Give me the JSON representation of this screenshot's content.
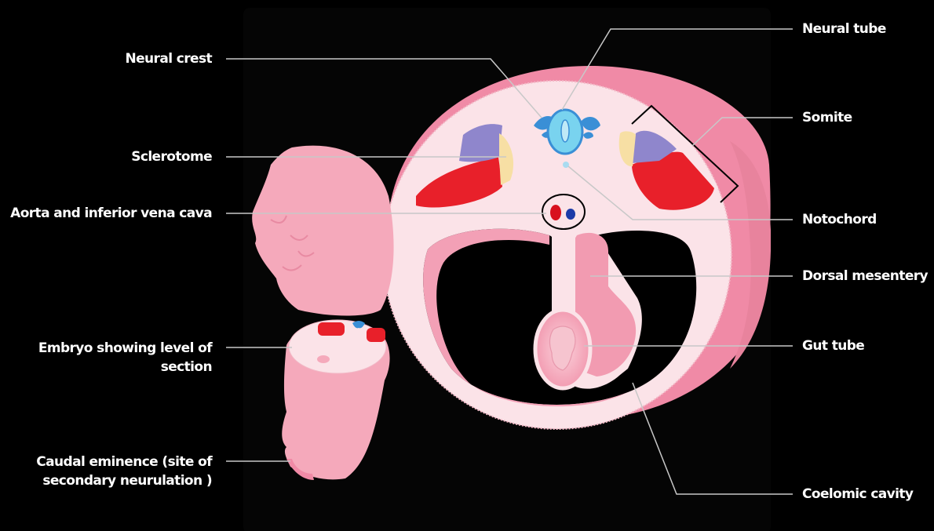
{
  "labels": {
    "neural_crest": "Neural crest",
    "sclerotome": "Sclerotome",
    "aorta": "Aorta and inferior vena cava",
    "embryo_section": [
      "Embryo showing level of",
      "section"
    ],
    "caudal_eminence": [
      "Caudal eminence (site of",
      "secondary neurulation )"
    ],
    "neural_tube": "Neural tube",
    "somite": "Somite",
    "notochord": "Notochord",
    "dorsal_mesentery": "Dorsal mesentery",
    "gut_tube": "Gut tube",
    "coelomic_cavity": "Coelomic cavity"
  },
  "colors": {
    "background": "#000000",
    "panel": "#050505",
    "tissue_pale": "#fbe3e8",
    "tissue_pink": "#f5a9bb",
    "tissue_dark": "#e88aa2",
    "somite_red": "#e8202a",
    "somite_purple": "#8f86cc",
    "somite_cream": "#f7dfa4",
    "neural_blue": "#3a8fd6",
    "neural_cyan": "#79d3ef",
    "aorta_red": "#d8101e",
    "vena_cava_blue": "#1c3aa8",
    "leader_line": "#c8c8c8",
    "label_text": "#ffffff"
  }
}
